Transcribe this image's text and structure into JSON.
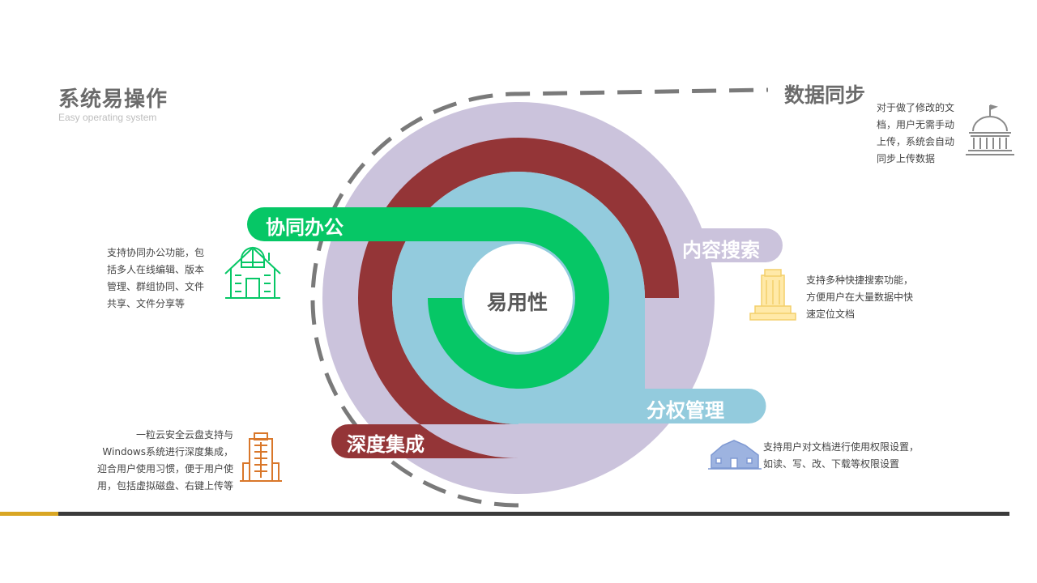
{
  "header": {
    "title": "系统易操作",
    "subtitle": "Easy operating system"
  },
  "sync": {
    "title": "数据同步",
    "desc": [
      "对于做了修改的文",
      "档，用户无需手动",
      "上传，系统会自动",
      "同步上传数据"
    ],
    "icon": "capitol-building-icon"
  },
  "center": {
    "label": "易用性"
  },
  "features": {
    "collab": {
      "label": "协同办公",
      "color": "#06c766",
      "desc": [
        "支持协同办公功能，包",
        "括多人在线编辑、版本",
        "管理、群组协同、文件",
        "共享、文件分享等"
      ],
      "icon": "house-icon"
    },
    "search": {
      "label": "内容搜索",
      "color": "#cbc3dc",
      "desc": [
        "支持多种快捷搜索功能，",
        "方便用户在大量数据中快",
        "速定位文档"
      ],
      "icon": "skyscraper-icon"
    },
    "perm": {
      "label": "分权管理",
      "color": "#93cbdd",
      "desc": [
        "支持用户对文档进行使用权限设置，",
        "如读、写、改、下载等权限设置"
      ],
      "icon": "townhouse-icon"
    },
    "integ": {
      "label": "深度集成",
      "color": "#943537",
      "desc": [
        "一粒云安全云盘支持与",
        "Windows系统进行深度集成，",
        "迎合用户使用习惯，便于用户使",
        "用，包括虚拟磁盘、右键上传等"
      ],
      "icon": "office-tower-icon"
    }
  },
  "colors": {
    "lavender": "#cbc3dc",
    "maroon": "#943537",
    "lightblue": "#93cbdd",
    "green": "#06c766",
    "dash": "#7a7a7a",
    "footer_gold": "#d9a623",
    "footer_dark": "#3b3b3b"
  }
}
